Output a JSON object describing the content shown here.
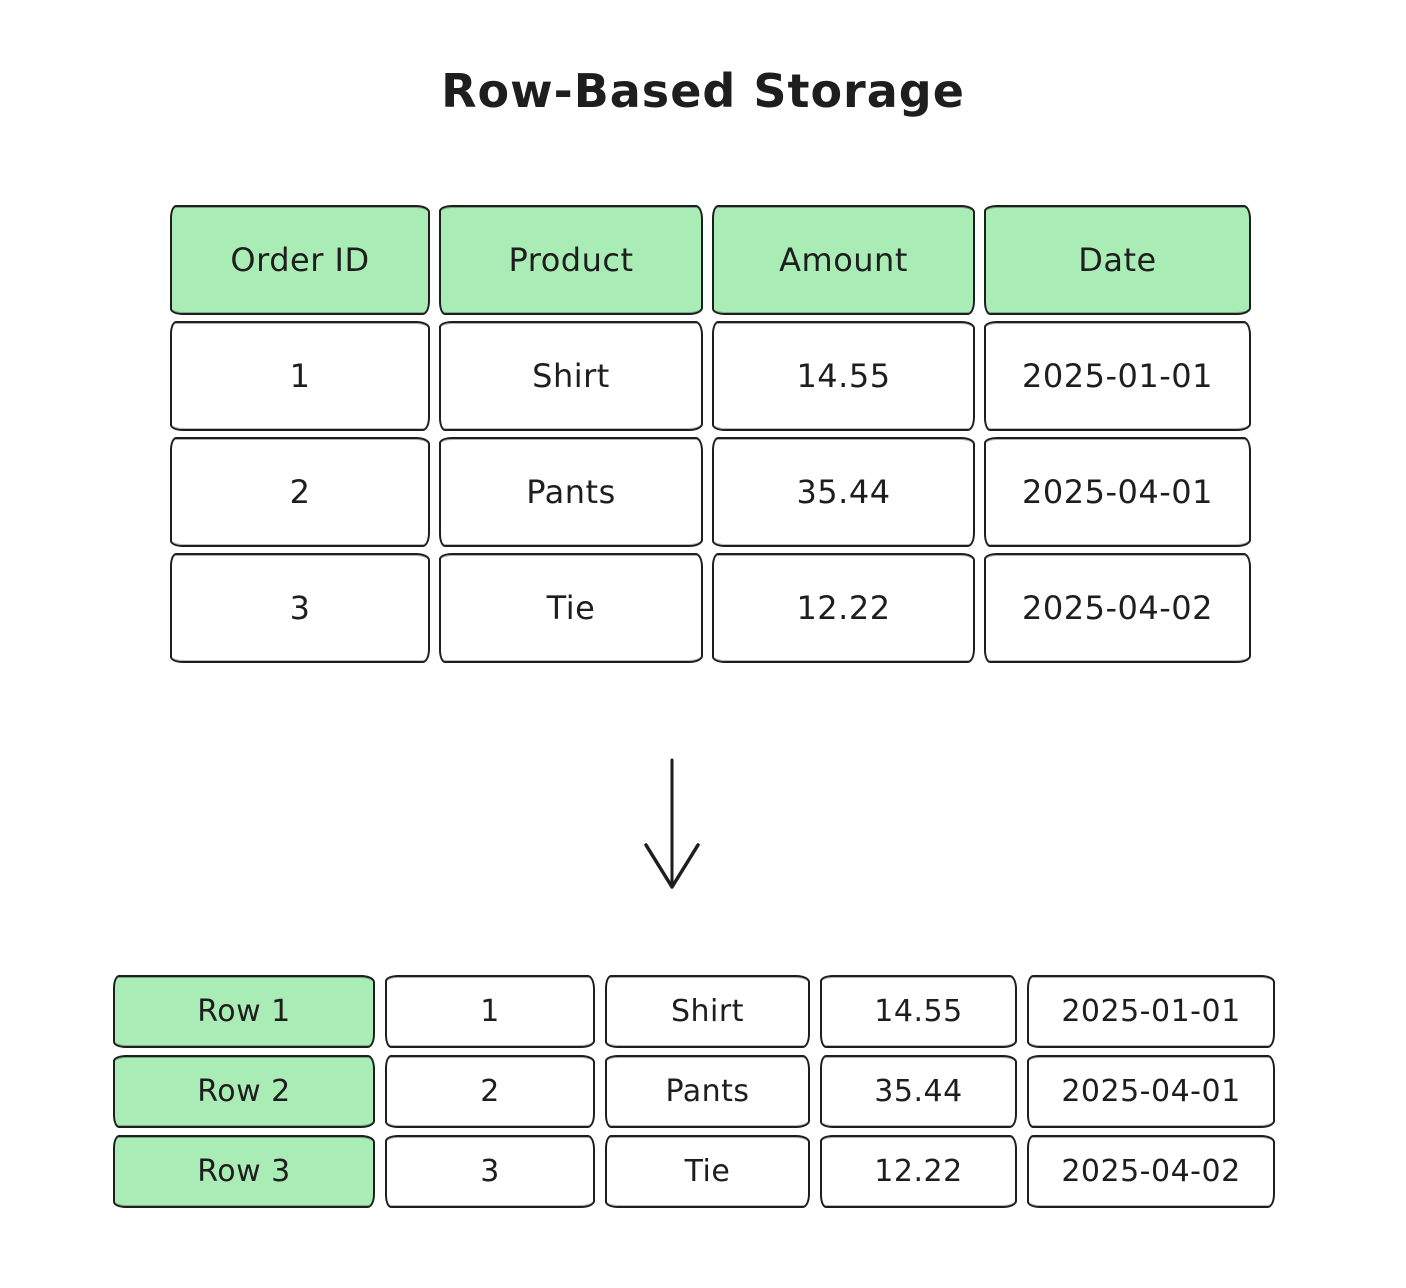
{
  "title": "Row-Based Storage",
  "colors": {
    "header_fill": "#a9ecb5",
    "stroke": "#1e1e1e",
    "background": "#ffffff"
  },
  "table": {
    "headers": [
      "Order ID",
      "Product",
      "Amount",
      "Date"
    ],
    "rows": [
      [
        "1",
        "Shirt",
        "14.55",
        "2025-01-01"
      ],
      [
        "2",
        "Pants",
        "35.44",
        "2025-04-01"
      ],
      [
        "3",
        "Tie",
        "12.22",
        "2025-04-02"
      ]
    ]
  },
  "arrow": {
    "icon": "down-arrow"
  },
  "row_storage": {
    "rows": [
      {
        "label": "Row 1",
        "cells": [
          "1",
          "Shirt",
          "14.55",
          "2025-01-01"
        ]
      },
      {
        "label": "Row 2",
        "cells": [
          "2",
          "Pants",
          "35.44",
          "2025-04-01"
        ]
      },
      {
        "label": "Row 3",
        "cells": [
          "3",
          "Tie",
          "12.22",
          "2025-04-02"
        ]
      }
    ]
  }
}
